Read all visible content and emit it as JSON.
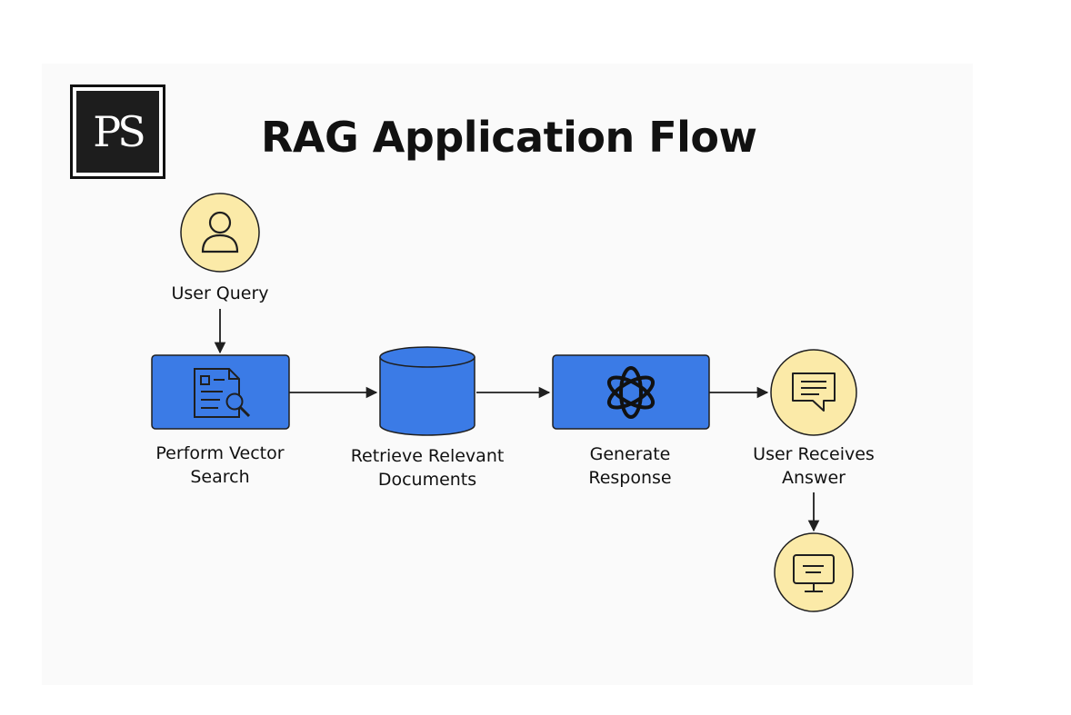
{
  "logo": {
    "text": "PS"
  },
  "title": "RAG Application Flow",
  "colors": {
    "box_blue": "#3b7be6",
    "circle_yellow": "#fbeaa8",
    "stroke": "#1f1f1f",
    "background": "#fafafa"
  },
  "nodes": [
    {
      "id": "user-query",
      "label": "User Query",
      "shape": "circle",
      "icon": "user-icon"
    },
    {
      "id": "vector-search",
      "label": "Perform Vector\nSearch",
      "shape": "box",
      "icon": "document-search-icon"
    },
    {
      "id": "retrieve-docs",
      "label": "Retrieve Relevant\nDocuments",
      "shape": "database",
      "icon": "database-icon"
    },
    {
      "id": "generate-response",
      "label": "Generate\nResponse",
      "shape": "box",
      "icon": "openai-logo-icon"
    },
    {
      "id": "user-receives",
      "label": "User Receives\nAnswer",
      "shape": "circle",
      "icon": "chat-bubble-icon"
    },
    {
      "id": "display",
      "label": "",
      "shape": "circle",
      "icon": "monitor-icon"
    }
  ],
  "edges": [
    {
      "from": "user-query",
      "to": "vector-search"
    },
    {
      "from": "vector-search",
      "to": "retrieve-docs"
    },
    {
      "from": "retrieve-docs",
      "to": "generate-response"
    },
    {
      "from": "generate-response",
      "to": "user-receives"
    },
    {
      "from": "user-receives",
      "to": "display"
    }
  ]
}
